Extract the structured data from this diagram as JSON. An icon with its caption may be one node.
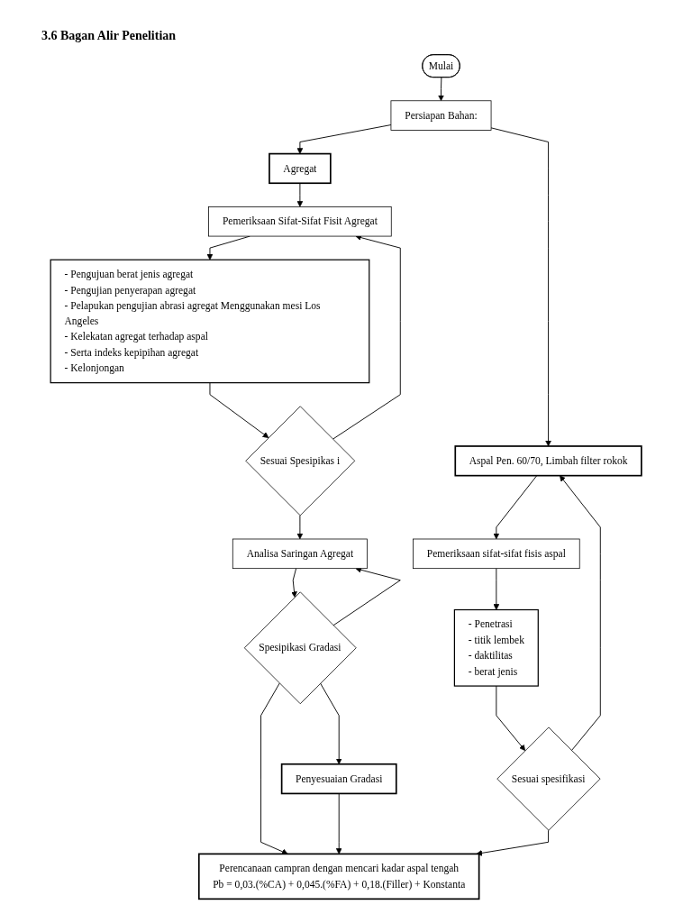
{
  "diagram": {
    "title": "3.6 Bagan Alir Penelitian",
    "nodes": [
      {
        "text": [
          "Mulai"
        ]
      },
      {
        "text": [
          "Persiapan Bahan:"
        ]
      },
      {
        "text": [
          "Agregat"
        ]
      },
      {
        "text": [
          "Pemeriksaan Sifat-Sifat Fisit Agregat"
        ]
      },
      {
        "text": [
          "- Pengujuan berat jenis agregat",
          "- Pengujian penyerapan agregat",
          "- Pelapukan pengujian abrasi agregat Menggunakan mesi Los Angeles",
          "- Kelekatan agregat terhadap aspal",
          "- Serta indeks kepipihan agregat",
          "- Kelonjongan"
        ]
      },
      {
        "text": [
          "Sesuai Spesipikas i"
        ]
      },
      {
        "text": [
          "Analisa Saringan Agregat"
        ]
      },
      {
        "text": [
          "Spesipikasi Gradasi"
        ]
      },
      {
        "text": [
          "Penyesuaian Gradasi"
        ]
      },
      {
        "text": [
          "Aspal Pen. 60/70, Limbah filter rokok"
        ]
      },
      {
        "text": [
          "Pemeriksaan sifat-sifat fisis aspal"
        ]
      },
      {
        "text": [
          "- Penetrasi",
          "- titik lembek",
          "- daktilitas",
          "- berat jenis"
        ]
      },
      {
        "text": [
          "Sesuai spesifikasi"
        ]
      },
      {
        "text": [
          "Perencanaan campran dengan mencari kadar aspal tengah",
          "Pb = 0,03.(%CA) + 0,045.(%FA) + 0,18.(Filler) + Konstanta"
        ]
      }
    ],
    "edges": [
      {
        "from": 0,
        "to": 1,
        "arrow": "to"
      },
      {
        "from": 1,
        "to": 2,
        "arrow": "to"
      },
      {
        "from": 1,
        "to": 9,
        "arrow": "to"
      },
      {
        "from": 2,
        "to": 3,
        "arrow": "to"
      },
      {
        "from": 3,
        "to": 4,
        "arrow": "to"
      },
      {
        "from": 4,
        "to": 5,
        "arrow": "to"
      },
      {
        "from": 5,
        "to": 3,
        "arrow": "to"
      },
      {
        "from": 5,
        "to": 6,
        "arrow": "to"
      },
      {
        "from": 6,
        "to": 7,
        "arrow": "to"
      },
      {
        "from": 7,
        "to": 6,
        "arrow": "to"
      },
      {
        "from": 7,
        "to": 8,
        "arrow": "to"
      },
      {
        "from": 7,
        "to": 13,
        "arrow": "to"
      },
      {
        "from": 8,
        "to": 13,
        "arrow": "to"
      },
      {
        "from": 9,
        "to": 10,
        "arrow": "to"
      },
      {
        "from": 10,
        "to": 11,
        "arrow": "to"
      },
      {
        "from": 11,
        "to": 12,
        "arrow": "to"
      },
      {
        "from": 12,
        "to": 9,
        "arrow": "to"
      },
      {
        "from": 12,
        "to": 13,
        "arrow": "to"
      }
    ]
  }
}
